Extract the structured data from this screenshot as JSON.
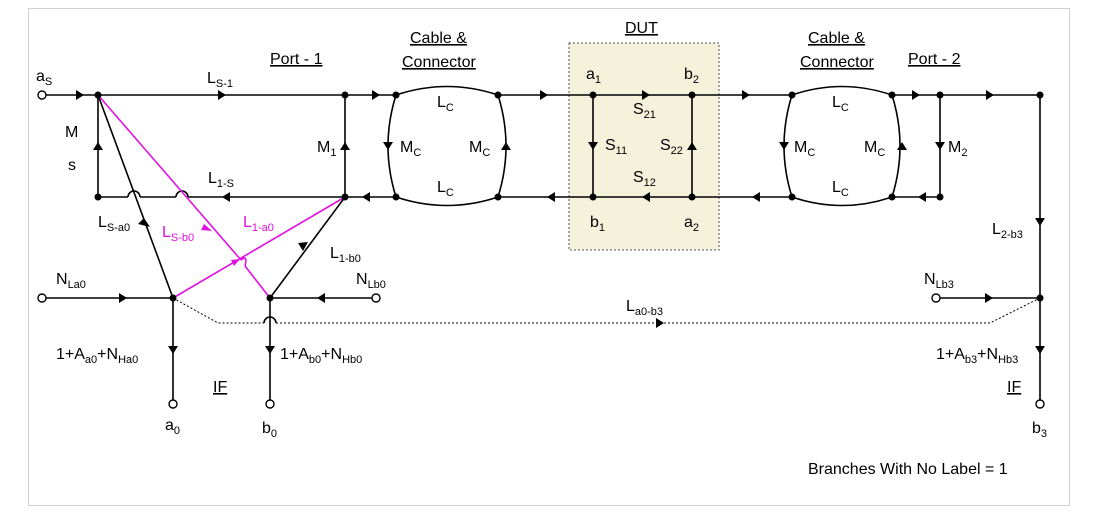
{
  "headers": {
    "port1": "Port - 1",
    "port2": "Port - 2",
    "dut": "DUT",
    "cable_left_1": "Cable &",
    "cable_left_2": "Connector",
    "cable_right_1": "Cable &",
    "cable_right_2": "Connector",
    "if_left": "IF",
    "if_right": "IF"
  },
  "labels": {
    "aS": {
      "base": "a",
      "sub": "S"
    },
    "LS1": {
      "base": "L",
      "sub": "S-1"
    },
    "Ms_1": "M",
    "Ms_2": "s",
    "L1S": {
      "base": "L",
      "sub": "1-S"
    },
    "M1": {
      "base": "M",
      "sub": "1"
    },
    "LC_top_left": {
      "base": "L",
      "sub": "C"
    },
    "LC_bot_left": {
      "base": "L",
      "sub": "C"
    },
    "MC_l1": {
      "base": "M",
      "sub": "C"
    },
    "MC_l2": {
      "base": "M",
      "sub": "C"
    },
    "LC_top_right": {
      "base": "L",
      "sub": "C"
    },
    "LC_bot_right": {
      "base": "L",
      "sub": "C"
    },
    "MC_r1": {
      "base": "M",
      "sub": "C"
    },
    "MC_r2": {
      "base": "M",
      "sub": "C"
    },
    "M2": {
      "base": "M",
      "sub": "2"
    },
    "a1": {
      "base": "a",
      "sub": "1"
    },
    "b2": {
      "base": "b",
      "sub": "2"
    },
    "b1": {
      "base": "b",
      "sub": "1"
    },
    "a2": {
      "base": "a",
      "sub": "2"
    },
    "S21": {
      "base": "S",
      "sub": "21"
    },
    "S11": {
      "base": "S",
      "sub": "11"
    },
    "S22": {
      "base": "S",
      "sub": "22"
    },
    "S12": {
      "base": "S",
      "sub": "12"
    },
    "LSa0": {
      "base": "L",
      "sub": "S-a0"
    },
    "LSb0": {
      "base": "L",
      "sub": "S-b0"
    },
    "L1a0": {
      "base": "L",
      "sub": "1-a0"
    },
    "L1b0": {
      "base": "L",
      "sub": "1-b0"
    },
    "L2b3": {
      "base": "L",
      "sub": "2-b3"
    },
    "NLa0": {
      "base": "N",
      "sub": "La0"
    },
    "NLb0": {
      "base": "N",
      "sub": "Lb0"
    },
    "NLb3": {
      "base": "N",
      "sub": "Lb3"
    },
    "La0b3": {
      "base": "L",
      "sub": "a0-b3"
    },
    "gain_a0": {
      "p1": "1+A",
      "s1": "a0",
      "p2": "+N",
      "s2": "Ha0"
    },
    "gain_b0": {
      "p1": "1+A",
      "s1": "b0",
      "p2": "+N",
      "s2": "Hb0"
    },
    "gain_b3": {
      "p1": "1+A",
      "s1": "b3",
      "p2": "+N",
      "s2": "Hb3"
    },
    "a0": {
      "base": "a",
      "sub": "0"
    },
    "b0": {
      "base": "b",
      "sub": "0"
    },
    "b3": {
      "base": "b",
      "sub": "3"
    }
  },
  "footnote": "Branches With No Label = 1",
  "colors": {
    "line": "#000000",
    "magenta": "#e010e0",
    "dut_fill": "#f5f2dc"
  }
}
